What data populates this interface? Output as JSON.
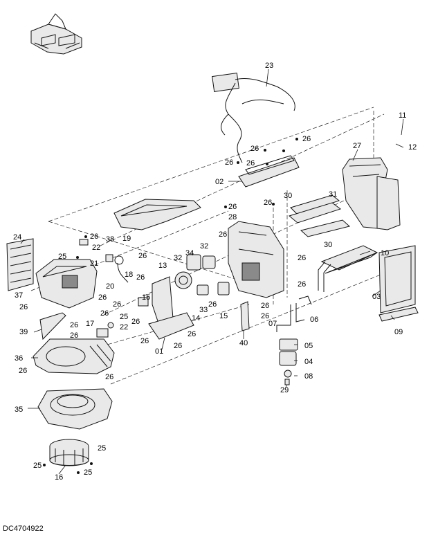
{
  "diagram_code": "DC4704922",
  "orientation_icon": "machine-orientation-icon",
  "callouts": [
    {
      "id": "23",
      "label": "23"
    },
    {
      "id": "11",
      "label": "11"
    },
    {
      "id": "12",
      "label": "12"
    },
    {
      "id": "27",
      "label": "27"
    },
    {
      "id": "26a",
      "label": "26"
    },
    {
      "id": "26b",
      "label": "26"
    },
    {
      "id": "26c",
      "label": "26"
    },
    {
      "id": "26d",
      "label": "26"
    },
    {
      "id": "02",
      "label": "02"
    },
    {
      "id": "30a",
      "label": "30"
    },
    {
      "id": "31",
      "label": "31"
    },
    {
      "id": "26e",
      "label": "26"
    },
    {
      "id": "26f",
      "label": "26"
    },
    {
      "id": "28",
      "label": "28"
    },
    {
      "id": "30b",
      "label": "30"
    },
    {
      "id": "10",
      "label": "10"
    },
    {
      "id": "24",
      "label": "24"
    },
    {
      "id": "26g",
      "label": "26"
    },
    {
      "id": "38",
      "label": "38"
    },
    {
      "id": "19",
      "label": "19"
    },
    {
      "id": "22a",
      "label": "22"
    },
    {
      "id": "25a",
      "label": "25"
    },
    {
      "id": "21",
      "label": "21"
    },
    {
      "id": "26h",
      "label": "26"
    },
    {
      "id": "32a",
      "label": "32"
    },
    {
      "id": "34",
      "label": "34"
    },
    {
      "id": "32b",
      "label": "32"
    },
    {
      "id": "26i",
      "label": "26"
    },
    {
      "id": "13",
      "label": "13"
    },
    {
      "id": "18",
      "label": "18"
    },
    {
      "id": "20",
      "label": "20"
    },
    {
      "id": "26j",
      "label": "26"
    },
    {
      "id": "26k",
      "label": "26"
    },
    {
      "id": "26l",
      "label": "26"
    },
    {
      "id": "37",
      "label": "37"
    },
    {
      "id": "26m",
      "label": "26"
    },
    {
      "id": "26n",
      "label": "26"
    },
    {
      "id": "15a",
      "label": "15"
    },
    {
      "id": "26o",
      "label": "26"
    },
    {
      "id": "26p",
      "label": "26"
    },
    {
      "id": "33",
      "label": "33"
    },
    {
      "id": "26q",
      "label": "26"
    },
    {
      "id": "03",
      "label": "03"
    },
    {
      "id": "26r",
      "label": "26"
    },
    {
      "id": "25b",
      "label": "25"
    },
    {
      "id": "15b",
      "label": "15"
    },
    {
      "id": "14",
      "label": "14"
    },
    {
      "id": "26s",
      "label": "26"
    },
    {
      "id": "06",
      "label": "06"
    },
    {
      "id": "26t",
      "label": "26"
    },
    {
      "id": "17",
      "label": "17"
    },
    {
      "id": "22b",
      "label": "22"
    },
    {
      "id": "26u",
      "label": "26"
    },
    {
      "id": "07",
      "label": "07"
    },
    {
      "id": "09",
      "label": "09"
    },
    {
      "id": "39",
      "label": "39"
    },
    {
      "id": "26v",
      "label": "26"
    },
    {
      "id": "26w",
      "label": "26"
    },
    {
      "id": "26x",
      "label": "26"
    },
    {
      "id": "40",
      "label": "40"
    },
    {
      "id": "26y",
      "label": "26"
    },
    {
      "id": "01",
      "label": "01"
    },
    {
      "id": "05",
      "label": "05"
    },
    {
      "id": "36",
      "label": "36"
    },
    {
      "id": "26z",
      "label": "26"
    },
    {
      "id": "04",
      "label": "04"
    },
    {
      "id": "26aa",
      "label": "26"
    },
    {
      "id": "08",
      "label": "08"
    },
    {
      "id": "29",
      "label": "29"
    },
    {
      "id": "35",
      "label": "35"
    },
    {
      "id": "25c",
      "label": "25"
    },
    {
      "id": "25d",
      "label": "25"
    },
    {
      "id": "16",
      "label": "16"
    },
    {
      "id": "25e",
      "label": "25"
    }
  ]
}
